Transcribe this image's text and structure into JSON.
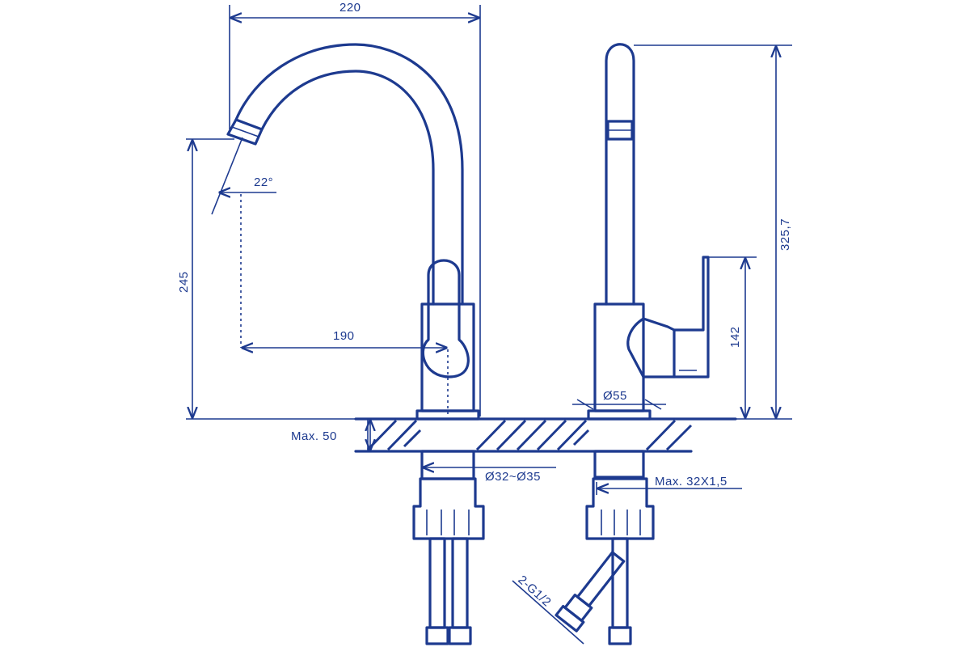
{
  "dimensions": {
    "overall_width": "220",
    "spout_reach": "190",
    "spout_height": "245",
    "spout_angle": "22°",
    "total_height": "325,7",
    "handle_height": "142",
    "base_diameter": "Ø55",
    "max_countertop": "Max. 50",
    "hole_diameter": "Ø32~Ø35",
    "thread": "Max. 32X1,5",
    "hose_connection": "2-G1/2"
  },
  "colors": {
    "line": "#1d3a8f",
    "background": "#ffffff"
  }
}
